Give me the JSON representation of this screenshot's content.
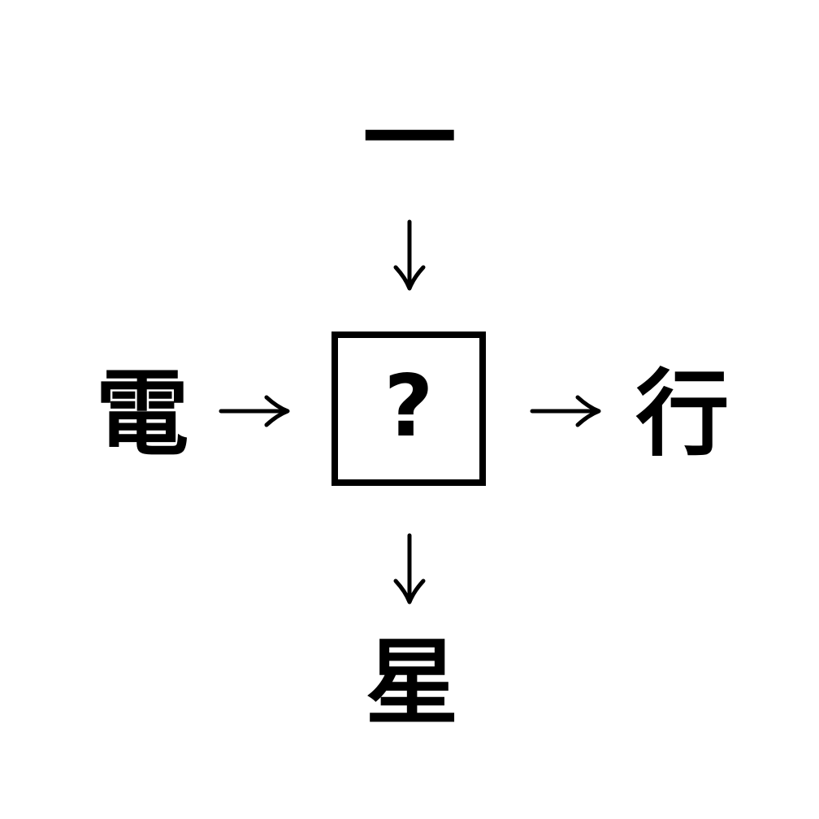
{
  "background": "#ffffff",
  "ink": "#000000",
  "puzzle": {
    "type": "kanji-fill-in-the-blank",
    "top": "一",
    "left": "電",
    "right": "行",
    "bottom": "星",
    "center": "?",
    "arrows": [
      {
        "from": "top",
        "to": "center",
        "direction": "down"
      },
      {
        "from": "left",
        "to": "center",
        "direction": "right"
      },
      {
        "from": "center",
        "to": "right",
        "direction": "right"
      },
      {
        "from": "center",
        "to": "bottom",
        "direction": "down"
      }
    ]
  }
}
